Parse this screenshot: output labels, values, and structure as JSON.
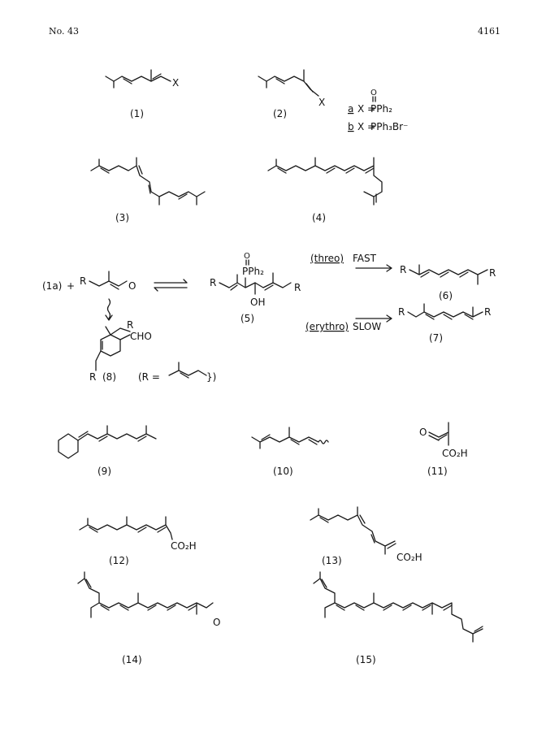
{
  "header": {
    "left": "No. 43",
    "right": "4161"
  },
  "compounds": {
    "c1": "(1)",
    "c2": "(2)",
    "c3": "(3)",
    "c4": "(4)",
    "c5": "(5)",
    "c6": "(6)",
    "c7": "(7)",
    "c8": "(8)",
    "c9": "(9)",
    "c10": "(10)",
    "c11": "(11)",
    "c12": "(12)",
    "c13": "(13)",
    "c14": "(14)",
    "c15": "(15)"
  },
  "legend": {
    "a_key": "a",
    "a_def": "X =",
    "a_group": "PPh₂",
    "a_oxygen": "O",
    "b_key": "b",
    "b_def": "X =",
    "b_group": "PPh₃Br⁻"
  },
  "atoms": {
    "x": "X",
    "r": "R",
    "o": "O",
    "oh": "OH",
    "pph2": "PPh₂",
    "cho": "CHO",
    "co2h": "CO₂H",
    "plus": "+",
    "reactant": "(1a)",
    "r_def_open": "(R =",
    "r_def_close": "})"
  },
  "scheme": {
    "threo": "(threo)",
    "fast": "FAST",
    "erythro": "(erythro)",
    "slow": "SLOW"
  }
}
